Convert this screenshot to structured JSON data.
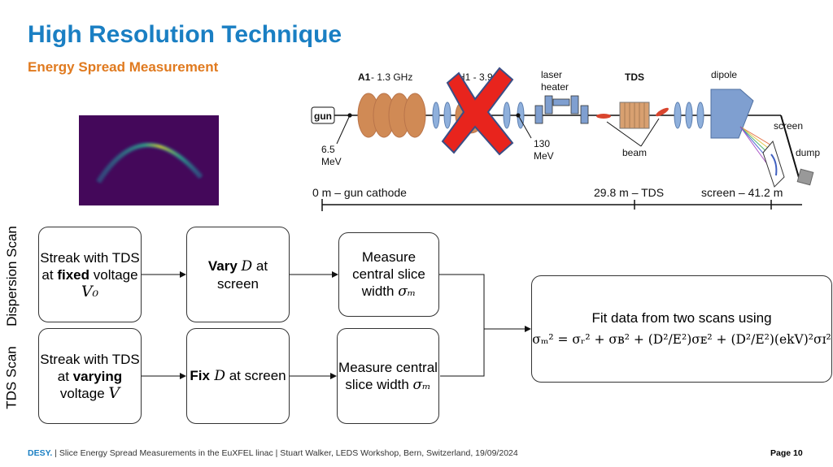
{
  "title": "High Resolution Technique",
  "subtitle": "Energy Spread Measurement",
  "schematic": {
    "gun": "gun",
    "a1_bold": "A1",
    "a1_rest": " - 1.3 GHz",
    "ah1_partial": "H1 - 3.9",
    "laser_heater_l1": "laser",
    "laser_heater_l2": "heater",
    "tds": "TDS",
    "dipole": "dipole",
    "screen": "screen",
    "dump": "dump",
    "beam": "beam",
    "e1_l1": "6.5",
    "e1_l2": "MeV",
    "e2_l1": "130",
    "e2_l2": "MeV"
  },
  "ruler": {
    "left": "0 m – gun cathode",
    "mid": "29.8 m – TDS",
    "right": "screen – 41.2 m"
  },
  "rows": {
    "dispersion_label": "Dispersion Scan",
    "tds_label": "TDS Scan"
  },
  "boxes": {
    "b1": {
      "l1": "Streak with TDS",
      "l2a": "at ",
      "l2b": "fixed",
      "l2c": " voltage",
      "l3": "V₀"
    },
    "b2": {
      "l1a": "Vary ",
      "l1b": "D",
      "l1c": " at",
      "l2": "screen"
    },
    "b3": {
      "l1": "Measure",
      "l2": "central slice",
      "l3a": "width ",
      "l3b": "σₘ"
    },
    "b4": {
      "l1": "Streak with TDS",
      "l2a": "at ",
      "l2b": "varying",
      "l3a": "voltage ",
      "l3b": "V"
    },
    "b5": {
      "l1a": "Fix",
      "l1b": " D",
      "l1c": " at screen"
    },
    "b6": {
      "l1": "Measure central",
      "l2a": "slice width ",
      "l2b": "σₘ"
    },
    "fit": {
      "l1": "Fit data from two scans using",
      "formula": "σₘ² = σᵣ² + σʙ² + (D²/E²)σᴇ² + (D²/E²)(ekV)²σɪ²"
    }
  },
  "footer": {
    "desy": "DESY.",
    "text": " | Slice Energy Spread Measurements in the EuXFEL linac | Stuart Walker, LEDS Workshop, Bern, Switzerland, 19/09/2024",
    "page": "Page 10"
  },
  "colors": {
    "title": "#1a7fc3",
    "subtitle": "#e07a1f",
    "cavity": "#d08a55",
    "magnet": "#7f9fd0",
    "cross": "#e8241d"
  }
}
